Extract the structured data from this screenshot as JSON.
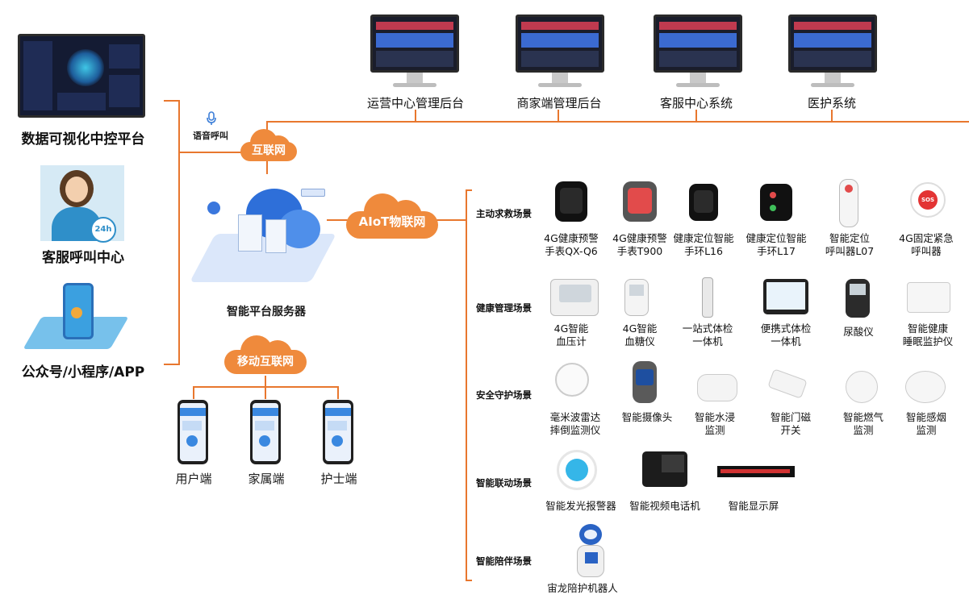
{
  "left_platforms": [
    {
      "label": "数据可视化中控平台"
    },
    {
      "label": "客服呼叫中心",
      "badge": "24h"
    },
    {
      "label": "公众号/小程序/APP"
    }
  ],
  "top_systems": [
    {
      "label": "运营中心管理后台"
    },
    {
      "label": "商家端管理后台"
    },
    {
      "label": "客服中心系统"
    },
    {
      "label": "医护系统"
    }
  ],
  "voice_call": "语音呼叫",
  "clouds": {
    "internet": "互联网",
    "aiot": "AIoT物联网",
    "mobile": "移动互联网"
  },
  "server_label": "智能平台服务器",
  "mobile_clients": [
    {
      "label": "用户端"
    },
    {
      "label": "家属端"
    },
    {
      "label": "护士端"
    }
  ],
  "scenes": [
    {
      "label": "主动求救场景",
      "devices": [
        {
          "line1": "4G健康预警",
          "line2": "手表QX-Q6",
          "icon": "watch-icon"
        },
        {
          "line1": "4G健康预警",
          "line2": "手表T900",
          "icon": "watch-icon"
        },
        {
          "line1": "健康定位智能",
          "line2": "手环L16",
          "icon": "band-icon"
        },
        {
          "line1": "健康定位智能",
          "line2": "手环L17",
          "icon": "band-icon"
        },
        {
          "line1": "智能定位",
          "line2": "呼叫器L07",
          "icon": "pager-icon"
        },
        {
          "line1": "4G固定紧急",
          "line2": "呼叫器",
          "icon": "sos-button-icon",
          "badge": "SOS"
        }
      ]
    },
    {
      "label": "健康管理场景",
      "devices": [
        {
          "line1": "4G智能",
          "line2": "血压计",
          "icon": "blood-pressure-icon"
        },
        {
          "line1": "4G智能",
          "line2": "血糖仪",
          "icon": "glucose-meter-icon"
        },
        {
          "line1": "一站式体检",
          "line2": "一体机",
          "icon": "checkup-station-icon"
        },
        {
          "line1": "便携式体检",
          "line2": "一体机",
          "icon": "portable-checkup-icon"
        },
        {
          "line1": "尿酸仪",
          "line2": "",
          "icon": "uric-acid-meter-icon"
        },
        {
          "line1": "智能健康",
          "line2": "睡眠监护仪",
          "icon": "sleep-monitor-icon"
        }
      ]
    },
    {
      "label": "安全守护场景",
      "devices": [
        {
          "line1": "毫米波雷达",
          "line2": "摔倒监测仪",
          "icon": "radar-icon"
        },
        {
          "line1": "智能摄像头",
          "line2": "",
          "icon": "camera-icon"
        },
        {
          "line1": "智能水浸",
          "line2": "监测",
          "icon": "water-sensor-icon"
        },
        {
          "line1": "智能门磁",
          "line2": "开关",
          "icon": "door-sensor-icon"
        },
        {
          "line1": "智能燃气",
          "line2": "监测",
          "icon": "gas-sensor-icon"
        },
        {
          "line1": "智能感烟",
          "line2": "监测",
          "icon": "smoke-sensor-icon"
        }
      ]
    },
    {
      "label": "智能联动场景",
      "devices": [
        {
          "line1": "智能发光报警器",
          "line2": "",
          "icon": "alarm-light-icon"
        },
        {
          "line1": "智能视频电话机",
          "line2": "",
          "icon": "video-phone-icon"
        },
        {
          "line1": "智能显示屏",
          "line2": "",
          "icon": "led-display-icon"
        }
      ]
    },
    {
      "label": "智能陪伴场景",
      "devices": [
        {
          "line1": "宙龙陪护机器人",
          "line2": "",
          "icon": "robot-icon"
        }
      ]
    }
  ],
  "colors": {
    "accent": "#e8772e",
    "cloud": "#ef8a3c",
    "screen": "#1a1d2b"
  }
}
